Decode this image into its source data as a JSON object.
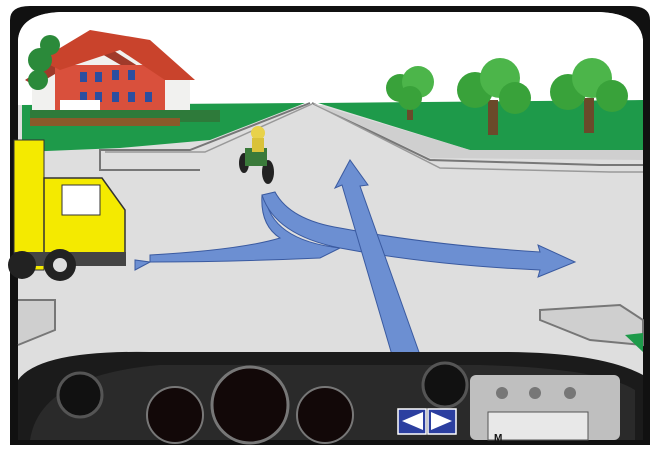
{
  "dashboard": {
    "radio_label": "M"
  },
  "nav": {
    "prev_icon": "left-triangle-icon",
    "next_icon": "right-triangle-icon"
  },
  "colors": {
    "road": "#dcdcdc",
    "grass": "#1e9a4a",
    "sky": "#ffffff",
    "truck": "#f4ea00",
    "arrow": "#6c8fd2",
    "nav_button": "#2c3fa0",
    "house_roof": "#c9432c"
  },
  "scene": {
    "vehicles": [
      "yellow-truck",
      "motorcycle"
    ],
    "maneuver_arrows": [
      "left-turn-arrow",
      "straight-arrow",
      "right-turn-arrow"
    ]
  }
}
